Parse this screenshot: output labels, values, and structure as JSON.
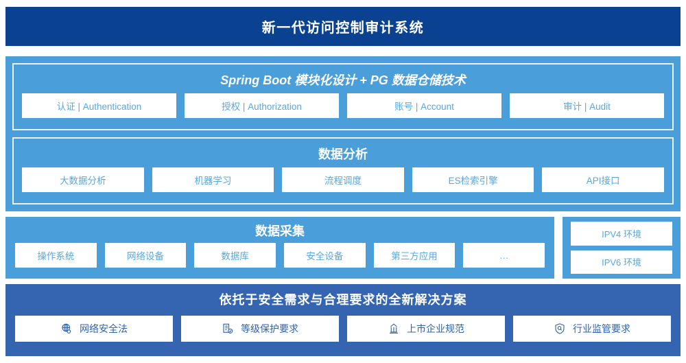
{
  "header": {
    "title": "新一代访问控制审计系统",
    "bg_color": "#0a4291"
  },
  "platform": {
    "title": "Spring Boot 模块化设计 + PG 数据仓储技术",
    "bg_color": "#4a9ed9",
    "cards": [
      {
        "label": "认证 | Authentication"
      },
      {
        "label": "授权 | Authorization"
      },
      {
        "label": "账号 | Account"
      },
      {
        "label": "审计 | Audit"
      }
    ]
  },
  "analysis": {
    "title": "数据分析",
    "cards": [
      {
        "label": "大数据分析"
      },
      {
        "label": "机器学习"
      },
      {
        "label": "流程调度"
      },
      {
        "label": "ES检索引擎"
      },
      {
        "label": "API接口"
      }
    ]
  },
  "collection": {
    "title": "数据采集",
    "cards": [
      {
        "label": "操作系统"
      },
      {
        "label": "网络设备"
      },
      {
        "label": "数据库"
      },
      {
        "label": "安全设备"
      },
      {
        "label": "第三方应用"
      },
      {
        "label": "…"
      }
    ]
  },
  "environment": {
    "cards": [
      {
        "label": "IPV4 环境"
      },
      {
        "label": "IPV6 环境"
      }
    ]
  },
  "solutions": {
    "title": "依托于安全需求与合理要求的全新解决方案",
    "bg_color": "#3565b0",
    "cards": [
      {
        "label": "网络安全法",
        "icon": "globe-network-icon"
      },
      {
        "label": "等级保护要求",
        "icon": "document-check-icon"
      },
      {
        "label": "上市企业规范",
        "icon": "bank-building-icon"
      },
      {
        "label": "行业监管要求",
        "icon": "shield-search-icon"
      }
    ]
  }
}
